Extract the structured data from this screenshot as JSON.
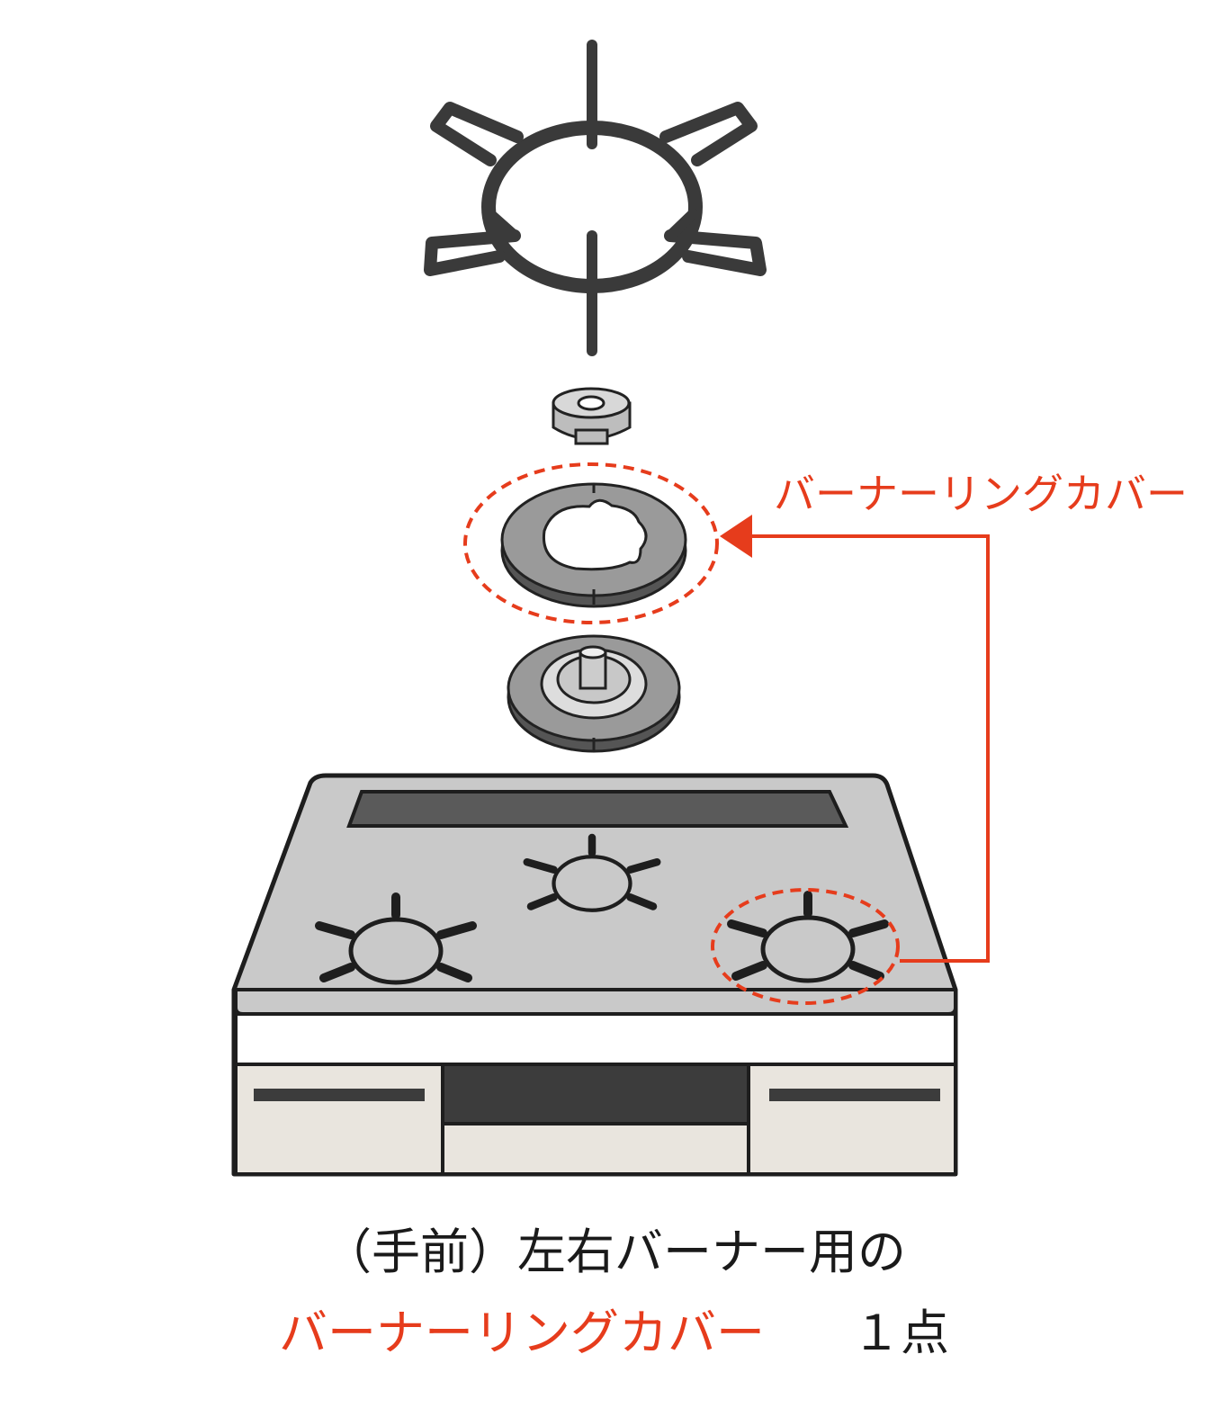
{
  "callout": {
    "label": "バーナーリングカバー"
  },
  "caption": {
    "line1": "（手前）左右バーナー用の",
    "line2_highlight": "バーナーリングカバー",
    "line2_count": "１点"
  },
  "colors": {
    "accent": "#e63c1c",
    "outline": "#2e2e2e",
    "cooktop": "#c9c9c9",
    "ring": "#9a9a9a",
    "front_panel": "#e9e5de",
    "grill": "#3c3c3c"
  }
}
